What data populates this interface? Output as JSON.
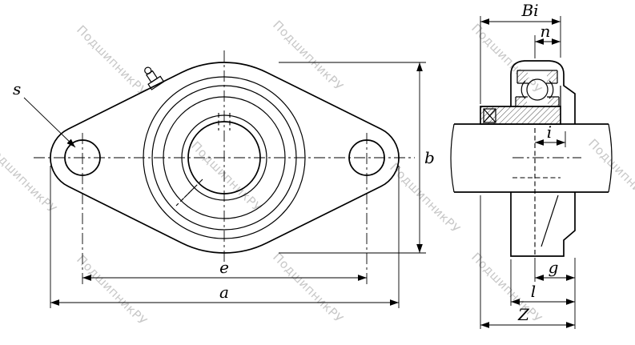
{
  "watermark": {
    "text": "ПодшипникРУ",
    "color": "#c8c8c8"
  },
  "dimensions": {
    "s": "s",
    "b": "b",
    "e": "e",
    "a": "a",
    "Bi": "Bi",
    "n": "n",
    "i": "i",
    "g": "g",
    "l": "l",
    "Z": "Z"
  },
  "colors": {
    "background": "#ffffff",
    "line": "#000000",
    "watermark": "#c8c8c8"
  }
}
